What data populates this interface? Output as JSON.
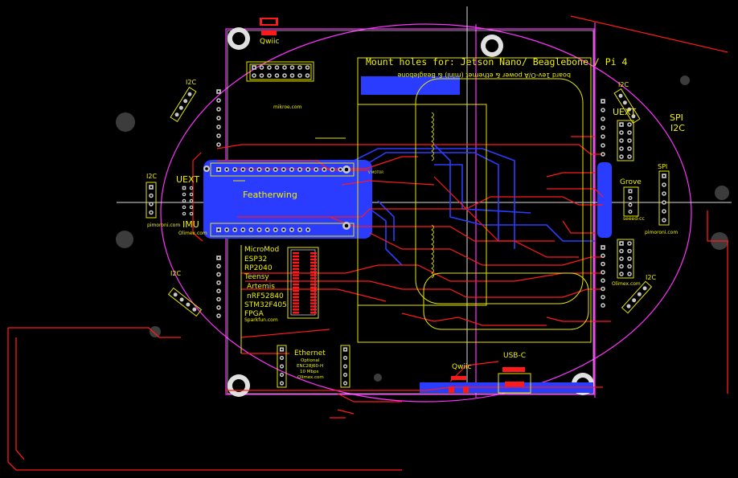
{
  "colors": {
    "background": "#000000",
    "silkscreen": "#f0f000",
    "top_copper": "#ff1a1a",
    "bottom_copper": "#2a3cff",
    "board_outline": "#ff33ff",
    "pad": "#c8c8c8",
    "crosshair": "#ffffff"
  },
  "labels": {
    "qwiic_top": "Qwiic",
    "mount_holes": "Mount holes for: Jetson Nano/ Beaglebone / Pi 4",
    "mikroe": "mikroe.com",
    "i2c_left_top": "I2C",
    "i2c_left_mid": "I2C",
    "i2c_left_bottom": "I2C",
    "i2c_right_top": "I2C",
    "i2c_right_bottom": "I2C",
    "uext_left": "UEXT",
    "uext_right": "UEXT",
    "imu": "IMU",
    "olimex_left": "Olimex.com",
    "pimoroni_left": "pimoroni.com",
    "featherwing": "Featherwing",
    "spi_right": "SPI",
    "spi_i2c": "SPI\nI2C",
    "grove": "Grove",
    "seeed": "seeed-cc",
    "pimoroni_right": "pimoroni.com",
    "olimex_right": "Olimex.com",
    "micromod": [
      "MicroMod",
      "ESP32",
      "RP2040",
      "Teensy",
      "Artemis",
      "nRF52840",
      "STM32F405",
      "FPGA"
    ],
    "sparkfun": "Sparkfun.com",
    "ethernet": "Ethernet",
    "ethernet_sub": [
      "Optional",
      "ENC28J60-H",
      "10 Mbps",
      "Olimex.com"
    ],
    "qwiic_bottom": "Qwiic",
    "usbc": "USB-C",
    "mirror_text": "board 1ev-O/A power & ethernet (mini) & Beaglebone",
    "vmotor": "V MOTOR"
  }
}
